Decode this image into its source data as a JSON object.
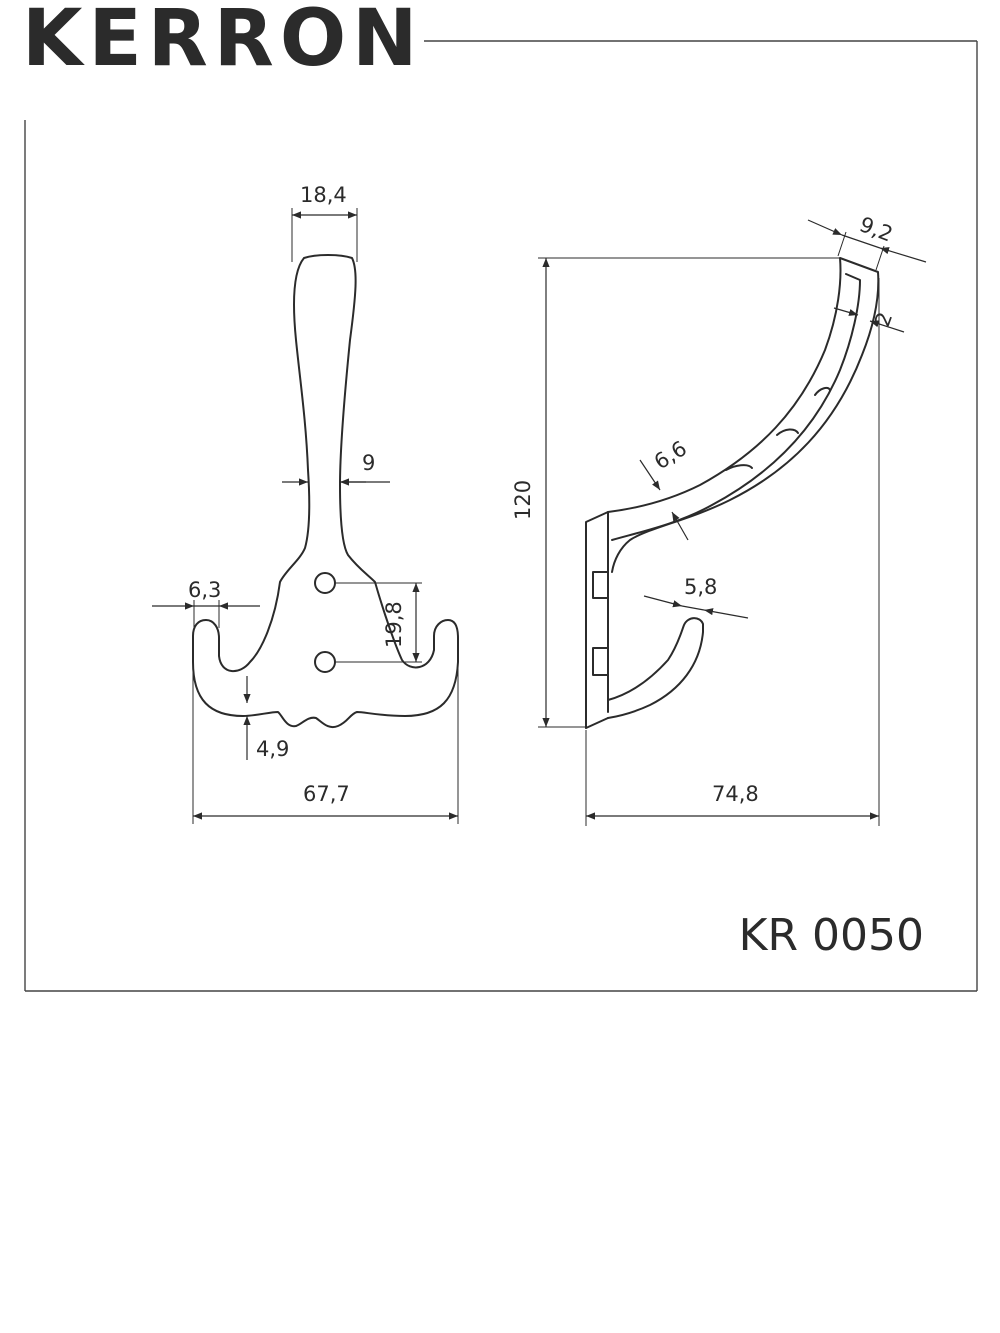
{
  "header": {
    "brand": "KERRON"
  },
  "footer": {
    "model": "KR 0050"
  },
  "dimensions": {
    "top_width": "18,4",
    "neck_width": "9",
    "side_hook_width": "6,3",
    "hole_spacing": "19,8",
    "hook_gap": "4,9",
    "front_width": "67,7",
    "height": "120",
    "top_thickness": "9,2",
    "wall_thickness": "2",
    "arm_thickness": "6,6",
    "small_hook_width": "5,8",
    "depth": "74,8"
  },
  "colors": {
    "ink": "#2b2b2b",
    "frame": "#444444"
  }
}
